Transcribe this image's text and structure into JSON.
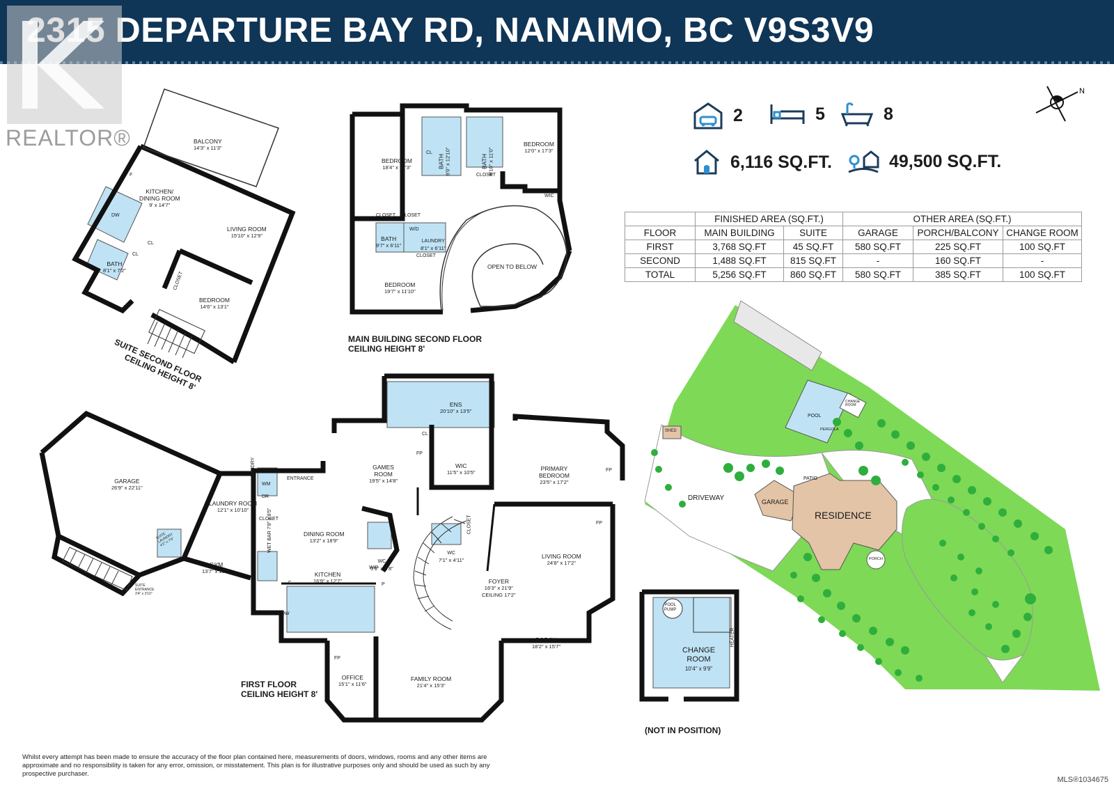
{
  "header": {
    "title": "2315 DEPARTURE BAY RD, NANAIMO, BC V9S3V9"
  },
  "watermark": {
    "text": "REALTOR®"
  },
  "stats": {
    "garage": "2",
    "beds": "5",
    "baths": "8",
    "house_area": "6,116 SQ.FT.",
    "lot_area": "49,500 SQ.FT."
  },
  "icons": {
    "garage": "garage-icon",
    "beds": "bed-icon",
    "baths": "bathtub-icon",
    "house": "house-icon",
    "lot": "lot-icon",
    "compass": "north-compass-icon"
  },
  "compass": {
    "label": "N"
  },
  "area_table": {
    "group_headers": [
      "FINISHED AREA (SQ.FT.)",
      "OTHER AREA (SQ.FT.)"
    ],
    "columns": [
      "FLOOR",
      "MAIN BUILDING",
      "SUITE",
      "GARAGE",
      "PORCH/BALCONY",
      "CHANGE ROOM"
    ],
    "rows": [
      [
        "FIRST",
        "3,768 SQ.FT",
        "45 SQ.FT",
        "580 SQ.FT",
        "225 SQ.FT",
        "100 SQ.FT"
      ],
      [
        "SECOND",
        "1,488 SQ.FT",
        "815 SQ.FT",
        "-",
        "160 SQ.FT",
        "-"
      ],
      [
        "TOTAL",
        "5,256 SQ.FT",
        "860 SQ.FT",
        "580 SQ.FT",
        "385 SQ.FT",
        "100 SQ.FT"
      ]
    ]
  },
  "plans": {
    "suite_second": {
      "label1": "SUITE SECOND FLOOR",
      "label2": "CEILING HEIGHT 8'"
    },
    "main_second": {
      "label1": "MAIN BUILDING SECOND FLOOR",
      "label2": "CEILING HEIGHT 8'"
    },
    "first_floor": {
      "label1": "FIRST FLOOR",
      "label2": "CEILING HEIGHT 8'"
    },
    "change_room": {
      "label": "(NOT IN POSITION)"
    }
  },
  "rooms": {
    "balcony": {
      "name": "BALCONY",
      "dim": "14'3\" x 11'3\""
    },
    "kitchen_dining": {
      "name": "KITCHEN/\nDINING ROOM",
      "dim": "9' x 14'7\""
    },
    "suite_living": {
      "name": "LIVING ROOM",
      "dim": "15'10\" x 12'9\""
    },
    "suite_bath": {
      "name": "BATH",
      "dim": "8'1\" x 7'2\""
    },
    "suite_bedroom": {
      "name": "BEDROOM",
      "dim": "14'6\" x 13'1\""
    },
    "bed2a": {
      "name": "BEDROOM",
      "dim": "18'4\" x 17'3\""
    },
    "bed2b": {
      "name": "BEDROOM",
      "dim": "12'0\" x 17'3\""
    },
    "bed2c": {
      "name": "BEDROOM",
      "dim": "19'7\" x 11'10\""
    },
    "bath2a": {
      "name": "BATH",
      "dim": "8'9\" x 12'10\""
    },
    "bath2b": {
      "name": "BATH",
      "dim": "6'10\" x 11'0\""
    },
    "bath2c": {
      "name": "BATH",
      "dim": "9'7\" x 6'11\""
    },
    "laundry2": {
      "name": "LAUNDRY",
      "dim": "8'1\" x 6'11\""
    },
    "open_below": {
      "name": "OPEN TO BELOW"
    },
    "garage": {
      "name": "GARAGE",
      "dim": "26'9\" x 22'11\""
    },
    "laundry_room": {
      "name": "LAUNDRY ROOM",
      "dim": "12'1\" x 10'10\""
    },
    "gym": {
      "name": "GYM",
      "dim": "13'7\" x 15'2\""
    },
    "dining": {
      "name": "DINING ROOM",
      "dim": "13'2\" x 18'9\""
    },
    "kitchen": {
      "name": "KITCHEN",
      "dim": "16'9\" x 12'7\""
    },
    "games": {
      "name": "GAMES\nROOM",
      "dim": "19'5\" x 14'8\""
    },
    "ens": {
      "name": "ENS",
      "dim": "20'10\" x 13'5\""
    },
    "wic": {
      "name": "WIC",
      "dim": "11'5\" x 10'5\""
    },
    "primary": {
      "name": "PRIMARY\nBEDROOM",
      "dim": "23'5\" x 17'2\""
    },
    "living": {
      "name": "LIVING ROOM",
      "dim": "24'8\" x 17'2\""
    },
    "foyer": {
      "name": "FOYER",
      "dim": "16'3\" x 21'9\"\nCEILING 17'2\""
    },
    "wc1": {
      "name": "WC",
      "dim": "5'9\" x 5'8\""
    },
    "wc2": {
      "name": "WC",
      "dim": "7'1\" x 4'11\""
    },
    "porch": {
      "name": "PORCH",
      "dim": "18'2\" x 15'7\""
    },
    "office": {
      "name": "OFFICE",
      "dim": "15'1\" x 11'6\""
    },
    "family": {
      "name": "FAMILY ROOM",
      "dim": "21'4\" x 15'3\""
    },
    "change": {
      "name": "CHANGE\nROOM",
      "dim": "10'4\" x 9'9\""
    }
  },
  "small_labels": {
    "entrance": "ENTRANCE",
    "closet": "CLOSET",
    "cl": "CL",
    "fp": "FP",
    "wip": "WIP",
    "wet_bar": "WET BAR",
    "wet_bar_dim": "7'8\" x 8'5\"",
    "suite_laundry": "SUITE\nLAUNDRY",
    "suite_laundry_dim": "4'2\" x 7'5\"",
    "suite_entrance": "SUITE\nENTRANCE",
    "suite_entrance_dim": "3'4\" x 3'10\"",
    "dw": "DW",
    "f": "F",
    "p": "P",
    "wd": "W/D",
    "wm": "WM",
    "dr": "DR",
    "laundry": "LAUNDRY",
    "wic": "WIC",
    "pool_pump": "POOL\nPUMP",
    "heater": "HEATER"
  },
  "site": {
    "driveway": "DRIVEWAY",
    "garage": "GARAGE",
    "residence": "RESIDENCE",
    "patio": "PATIO",
    "pool": "POOL",
    "pergola": "PERGOLA",
    "shed": "SHED",
    "change_room": "CHANGE\nROOM",
    "porch": "PORCH"
  },
  "colors": {
    "header_bg": "#0f3557",
    "wet_area": "#bfe3f5",
    "lawn": "#7ed957",
    "tree": "#2fae3c",
    "residence": "#e3c4a7",
    "pool": "#bfe3f5"
  },
  "disclaimer": "Whilst every attempt has been made to ensure the accuracy of the floor plan contained here, measurements of doors, windows, rooms and any other items are approximate and no responsibility is taken for any error, omission, or misstatement. This plan is for illustrative purposes only and should be used as such by any prospective purchaser.",
  "mls": "MLS®1034675"
}
